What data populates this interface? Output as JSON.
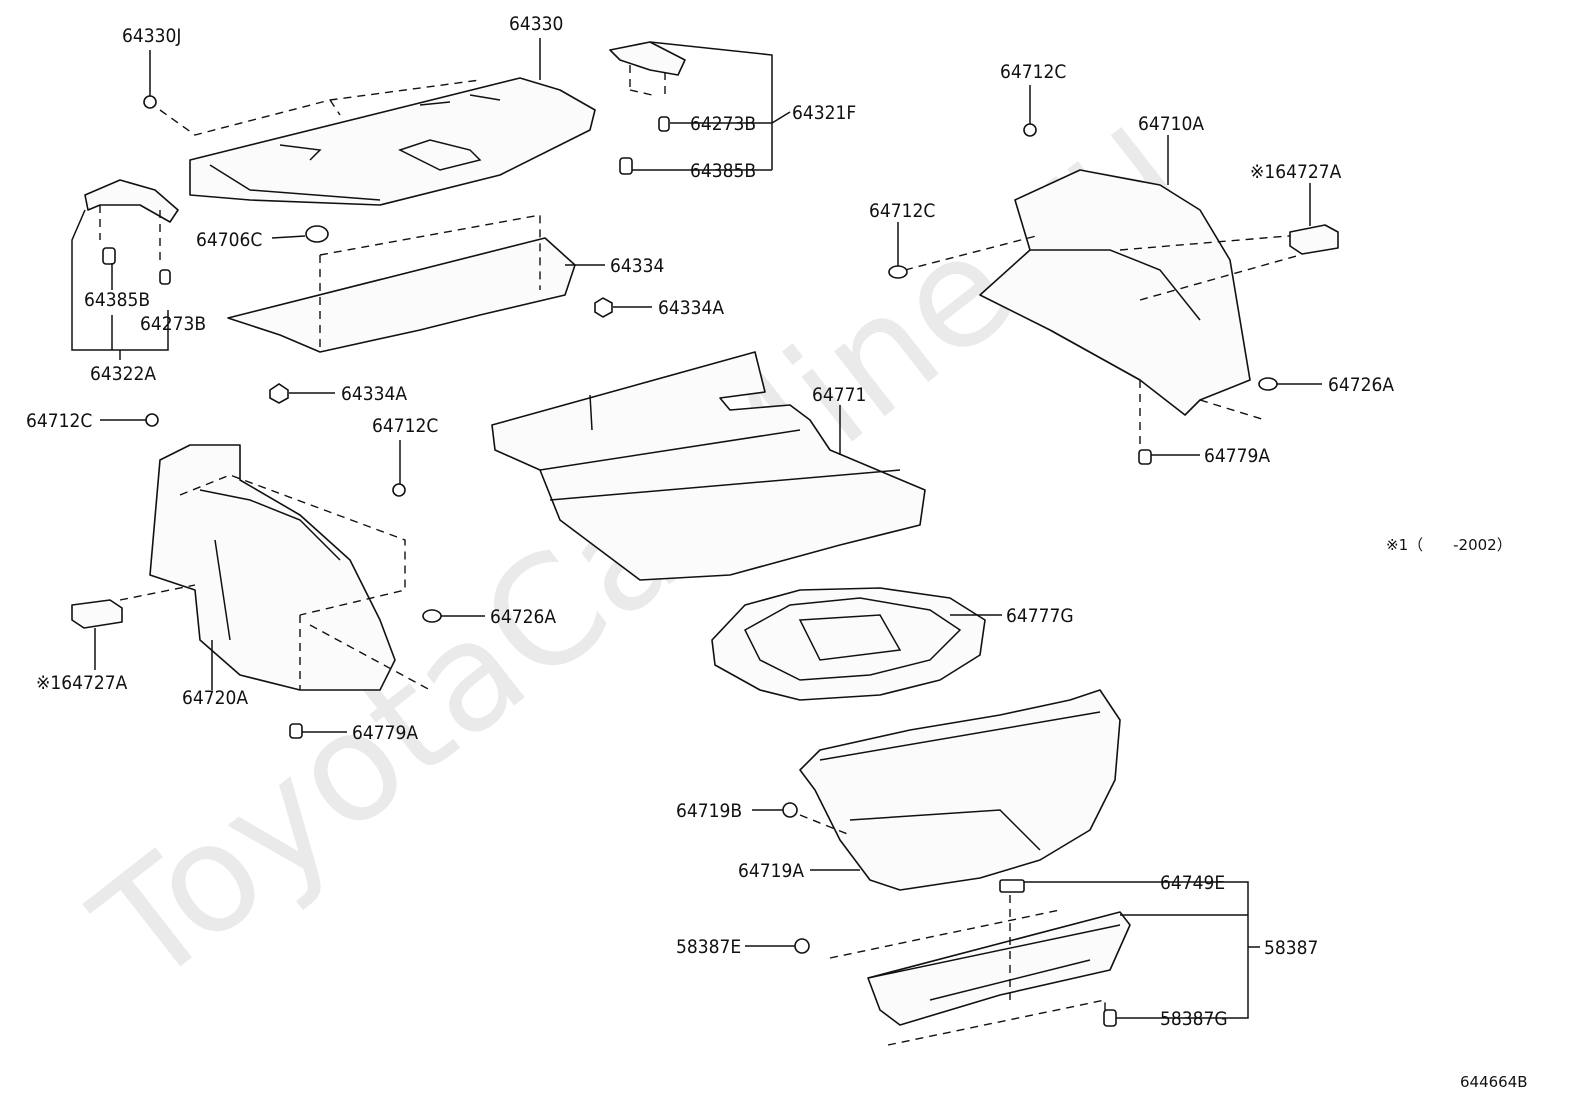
{
  "diagram_code": "644664B",
  "watermark": "ToyotaCarMine.ru",
  "footnote": "※1（　　-2002）",
  "labels": {
    "p64330J": "64330J",
    "p64330": "64330",
    "p64321F": "64321F",
    "p64273B_top": "64273B",
    "p64385B_top": "64385B",
    "p64706C": "64706C",
    "p64334": "64334",
    "p64334A_right": "64334A",
    "p64334A_left": "64334A",
    "p64385B_left": "64385B",
    "p64273B_left": "64273B",
    "p64322A": "64322A",
    "p64712C_tr": "64712C",
    "p64710A": "64710A",
    "p64727A_right": "※164727A",
    "p64712C_mid": "64712C",
    "p64726A_right": "64726A",
    "p64779A_right": "64779A",
    "p64712C_left": "64712C",
    "p64712C_center": "64712C",
    "p64771": "64771",
    "p64726A_left": "64726A",
    "p64727A_left": "※164727A",
    "p64720A": "64720A",
    "p64779A_left": "64779A",
    "p64777G": "64777G",
    "p64719B": "64719B",
    "p64719A": "64719A",
    "p64749E": "64749E",
    "p58387E": "58387E",
    "p58387": "58387",
    "p58387G": "58387G"
  }
}
